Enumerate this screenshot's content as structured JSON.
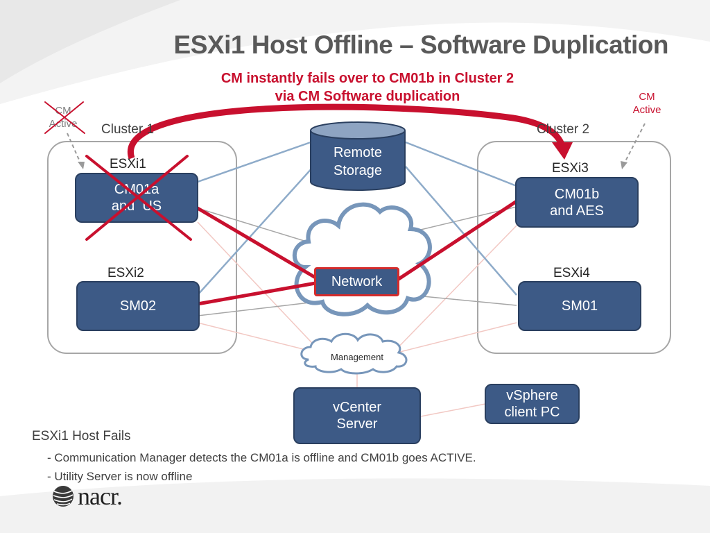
{
  "title": "ESXi1 Host Offline – Software Duplication",
  "subtitle_lines": [
    "CM instantly fails over to CM01b in Cluster 2",
    "via CM Software duplication"
  ],
  "cm_active_left": [
    "CM",
    "Active"
  ],
  "cm_active_right": [
    "CM",
    "Active"
  ],
  "clusters": [
    {
      "label": "Cluster 1"
    },
    {
      "label": "Cluster 2"
    }
  ],
  "hosts": {
    "esxi1": "ESXi1",
    "esxi2": "ESXi2",
    "esxi3": "ESXi3",
    "esxi4": "ESXi4"
  },
  "vms": {
    "cm01a": [
      "CM01a",
      "and  US"
    ],
    "sm02": [
      "SM02"
    ],
    "cm01b": [
      "CM01b",
      "and AES"
    ],
    "sm01": [
      "SM01"
    ]
  },
  "remote_storage": [
    "Remote",
    "Storage"
  ],
  "network": "Network",
  "management": "Management",
  "vcenter": [
    "vCenter",
    "Server"
  ],
  "vsphere": [
    "vSphere",
    "client PC"
  ],
  "notes": {
    "heading": "ESXi1 Host Fails",
    "items": [
      "- Communication Manager detects the CM01a is offline and CM01b goes ACTIVE.",
      "- Utility Server is now offline"
    ]
  },
  "logo_text": "nacr.",
  "colors": {
    "vm_fill": "#3d5a86",
    "accent_red": "#c8102e",
    "link_blue": "#8eabc9",
    "link_gray": "#a6a6a6",
    "link_pink": "#f2c8c3"
  }
}
